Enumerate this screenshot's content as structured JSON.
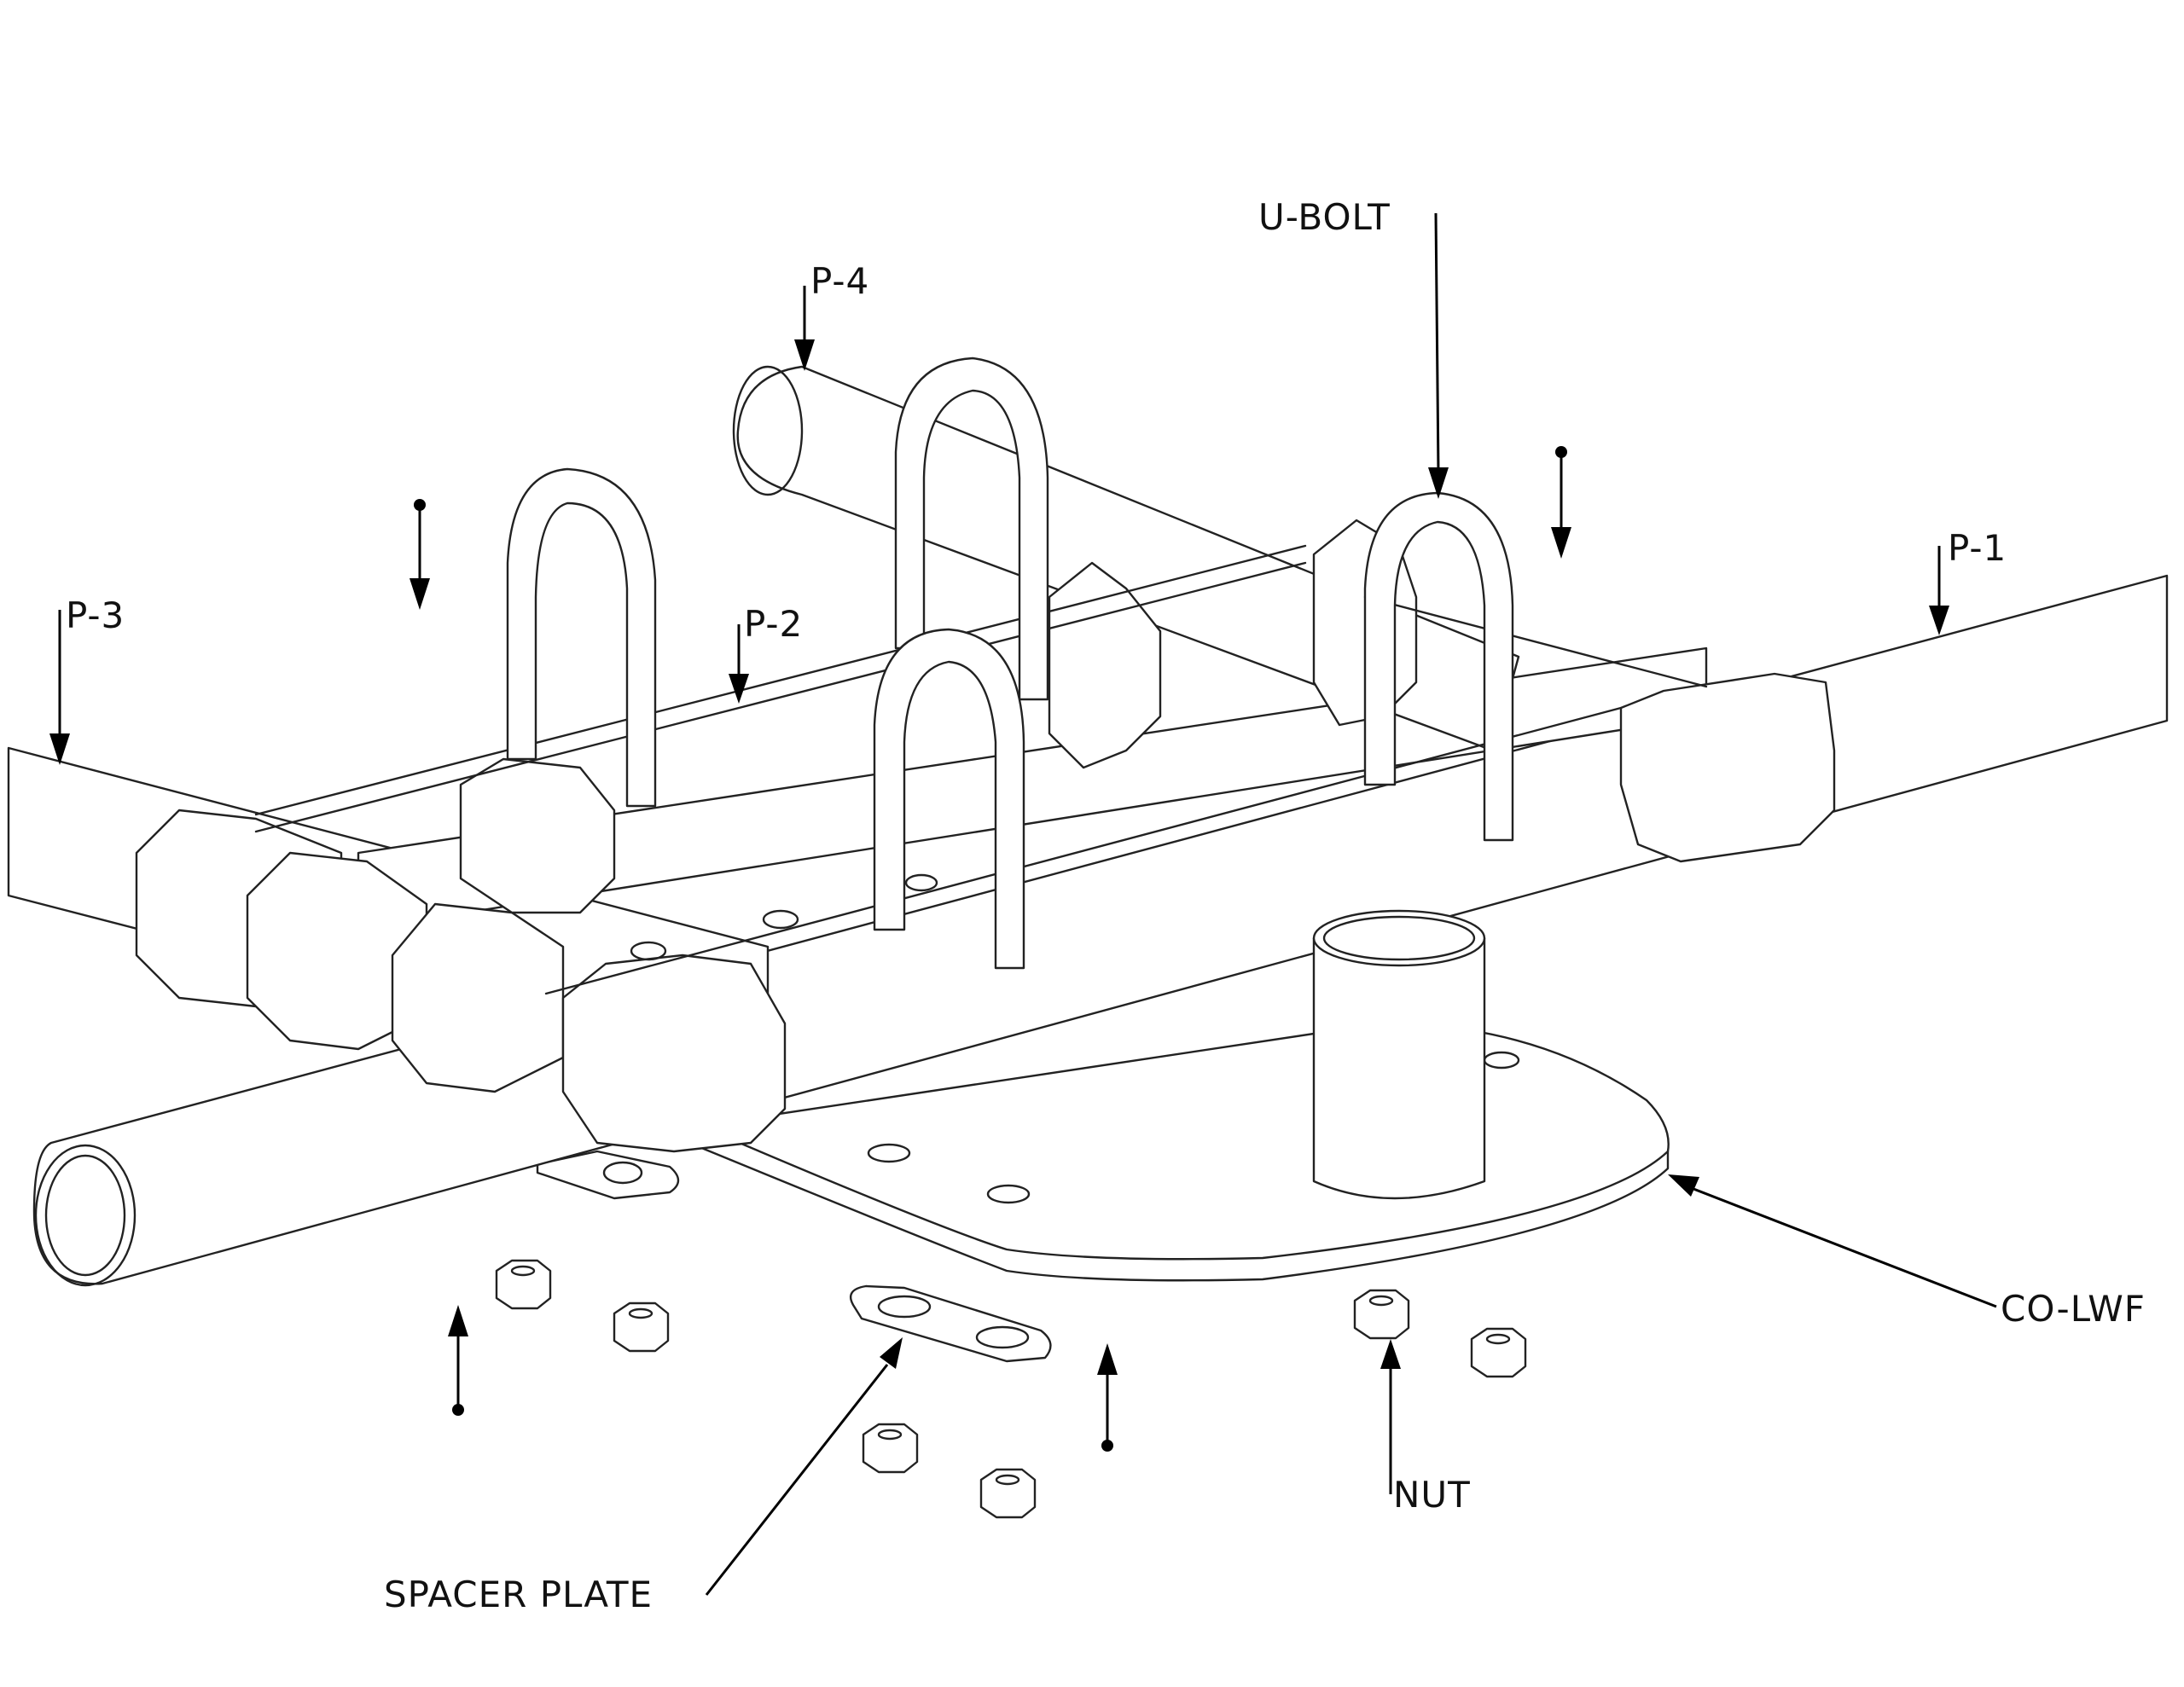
{
  "labels": {
    "u_bolt": "U-BOLT",
    "p4": "P-4",
    "p1": "P-1",
    "p2": "P-2",
    "p3": "P-3",
    "co_lwf": "CO-LWF",
    "nut": "NUT",
    "spacer_plate": "SPACER PLATE"
  },
  "colors": {
    "line": "#222222",
    "background": "#ffffff"
  }
}
